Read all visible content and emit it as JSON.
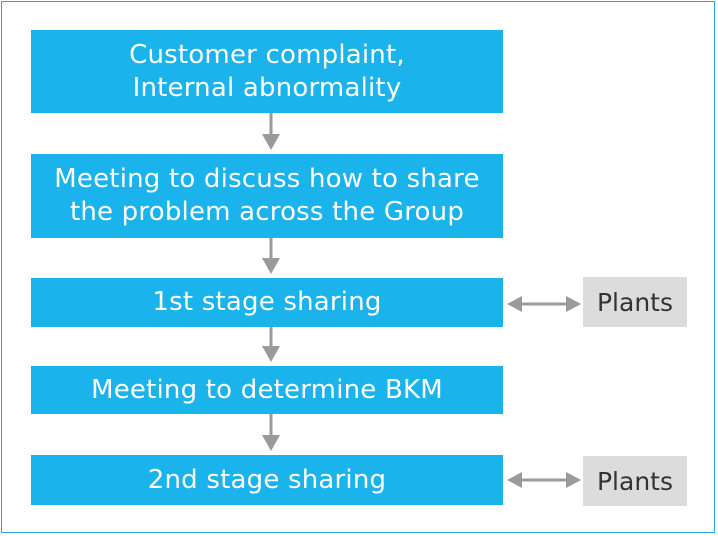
{
  "steps": [
    {
      "lines": [
        "Customer complaint,",
        "Internal abnormality"
      ]
    },
    {
      "lines": [
        "Meeting to discuss how to share",
        "the problem across the Group"
      ]
    },
    {
      "lines": [
        "1st stage sharing"
      ]
    },
    {
      "lines": [
        "Meeting to determine BKM"
      ]
    },
    {
      "lines": [
        "2nd stage sharing"
      ]
    }
  ],
  "side_boxes": [
    {
      "label": "Plants"
    },
    {
      "label": "Plants"
    }
  ],
  "colors": {
    "step_fill": "#1ab3eb",
    "side_fill": "#dcdcdc",
    "arrow": "#9a9a9a",
    "frame": "#2aa7df"
  }
}
